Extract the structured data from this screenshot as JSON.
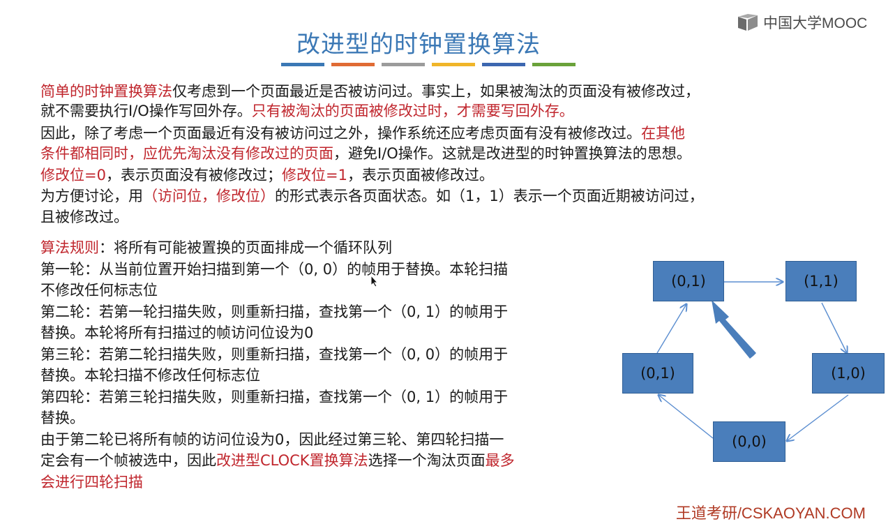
{
  "logo": {
    "text": "中国大学MOOC"
  },
  "title": "改进型的时钟置换算法",
  "stripes": [
    "#3b78b5",
    "#e06b34",
    "#9b9b9b",
    "#f0b529",
    "#3c67b0",
    "#6aa23a"
  ],
  "intro": {
    "p1_red": "简单的时钟置换算法",
    "p1_a": "仅考虑到一个页面最近是否被访问过。事实上，如果被淘汰的页面没有被修改过，",
    "p2_a": "就不需要执行I/O操作写回外存。",
    "p2_red": "只有被淘汰的页面被修改过时，才需要写回外存。",
    "p3_a": "因此，除了考虑一个页面最近有没有被访问过之外，操作系统还应考虑页面有没有被修改过。",
    "p3_red": "在其他",
    "p4_red": "条件都相同时，应优先淘汰没有修改过的页面",
    "p4_a": "，避免I/O操作。这就是改进型的时钟置换算法的思想。",
    "p5_red1": "修改位=0",
    "p5_a": "，表示页面没有被修改过；",
    "p5_red2": "修改位=1",
    "p5_b": "，表示页面被修改过。",
    "p6_a": "为方便讨论，用",
    "p6_red": "（访问位，修改位）",
    "p6_b": "的形式表示各页面状态。如（1，1）表示一个页面近期被访问过，",
    "p7_a": "且被修改过。"
  },
  "rules": {
    "head_red": "算法规则",
    "head_a": "：将所有可能被置换的页面排成一个循环队列",
    "r1_a": "第一轮：从当前位置开始扫描到第一个（0, 0）的帧用于替换。本轮扫描",
    "r1_b": "不修改任何标志位",
    "r2_a": "第二轮：若第一轮扫描失败，则重新扫描，查找第一个（0, 1）的帧用于",
    "r2_b": "替换。本轮将所有扫描过的帧访问位设为0",
    "r3_a": "第三轮：若第二轮扫描失败，则重新扫描，查找第一个（0, 0）的帧用于",
    "r3_b": "替换。本轮扫描不修改任何标志位",
    "r4_a": "第四轮：若第三轮扫描失败，则重新扫描，查找第一个（0, 1）的帧用于",
    "r4_b": "替换。",
    "s1": "由于第二轮已将所有帧的访问位设为0，因此经过第三轮、第四轮扫描一",
    "s2_a": "定会有一个帧被选中，因此",
    "s2_red": "改进型CLOCK置换算法",
    "s2_b": "选择一个淘汰页面",
    "s2_red2": "最多",
    "s3_red": "会进行四轮扫描"
  },
  "diagram": {
    "nodes": [
      "(0,1)",
      "(1,1)",
      "(1,0)",
      "(0,0)",
      "(0,1)"
    ]
  },
  "footer": "王道考研/CSKAOYAN.COM"
}
